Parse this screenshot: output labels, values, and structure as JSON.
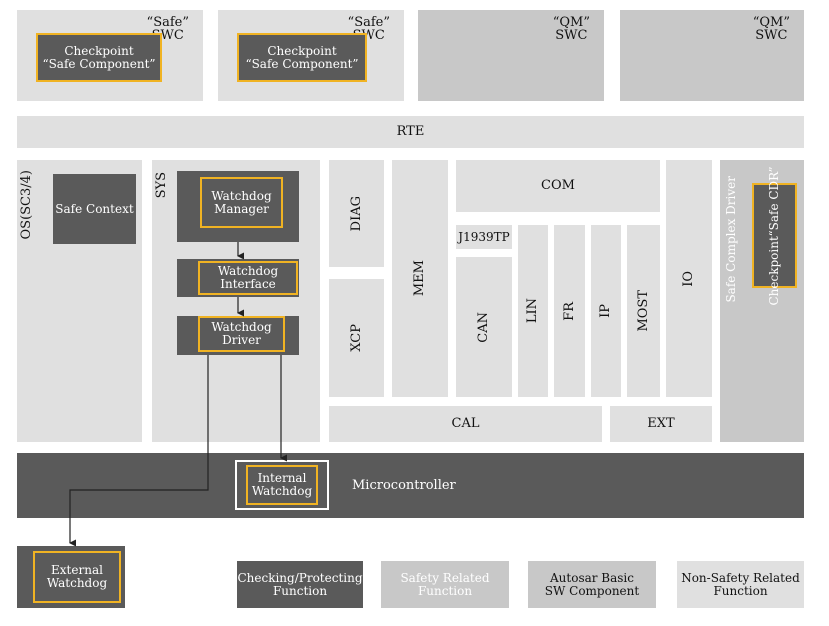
{
  "swcs": [
    {
      "kind": "“Safe”",
      "type": "SWC",
      "checkpoint": [
        "Checkpoint",
        "“Safe Component”"
      ]
    },
    {
      "kind": "“Safe”",
      "type": "SWC",
      "checkpoint": [
        "Checkpoint",
        "“Safe Component”"
      ]
    },
    {
      "kind": "“QM”",
      "type": "SWC"
    },
    {
      "kind": "“QM”",
      "type": "SWC"
    }
  ],
  "rte": "RTE",
  "os": {
    "label": "OS(SC3/4)",
    "safe_context": "Safe Context"
  },
  "sys": {
    "label": "SYS",
    "wd_manager": [
      "Watchdog",
      "Manager"
    ],
    "wd_interface": [
      "Watchdog",
      "Interface"
    ],
    "wd_driver": [
      "Watchdog",
      "Driver"
    ]
  },
  "diag": "DIAG",
  "xcp": "XCP",
  "mem": "MEM",
  "com": {
    "label": "COM",
    "j1939tp": "J1939TP",
    "can": "CAN",
    "lin": "LIN",
    "fr": "FR",
    "ip": "IP",
    "most": "MOST"
  },
  "io": "IO",
  "cal": "CAL",
  "ext": "EXT",
  "safe_cdd": {
    "label": "Safe Complex Driver",
    "checkpoint": [
      "Checkpoint",
      "“Safe CDR”"
    ]
  },
  "micro": {
    "label": "Microcontroller",
    "internal_wd": [
      "Internal",
      "Watchdog"
    ]
  },
  "external_wd": [
    "External",
    "Watchdog"
  ],
  "legend": [
    {
      "text": [
        "Checking/Protecting",
        "Function"
      ]
    },
    {
      "text": [
        "Safety Related",
        "Function"
      ]
    },
    {
      "text": [
        "Autosar Basic",
        "SW Component"
      ]
    },
    {
      "text": [
        "Non-Safety Related",
        "Function"
      ]
    }
  ],
  "colors": {
    "highlight": "#f0b323",
    "dark": "#5a5a5a",
    "mid": "#c8c8c8",
    "light": "#e0e0e0"
  }
}
